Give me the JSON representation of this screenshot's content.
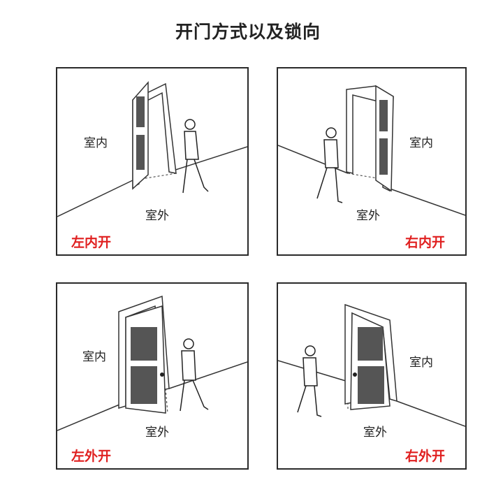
{
  "title": "开门方式以及锁向",
  "panels": [
    {
      "indoor": "室内",
      "outdoor": "室外",
      "caption": "左内开"
    },
    {
      "indoor": "室内",
      "outdoor": "室外",
      "caption": "右内开"
    },
    {
      "indoor": "室内",
      "outdoor": "室外",
      "caption": "左外开"
    },
    {
      "indoor": "室内",
      "outdoor": "室外",
      "caption": "右外开"
    }
  ],
  "colors": {
    "caption": "#e02020",
    "line": "#2a2a2a"
  }
}
